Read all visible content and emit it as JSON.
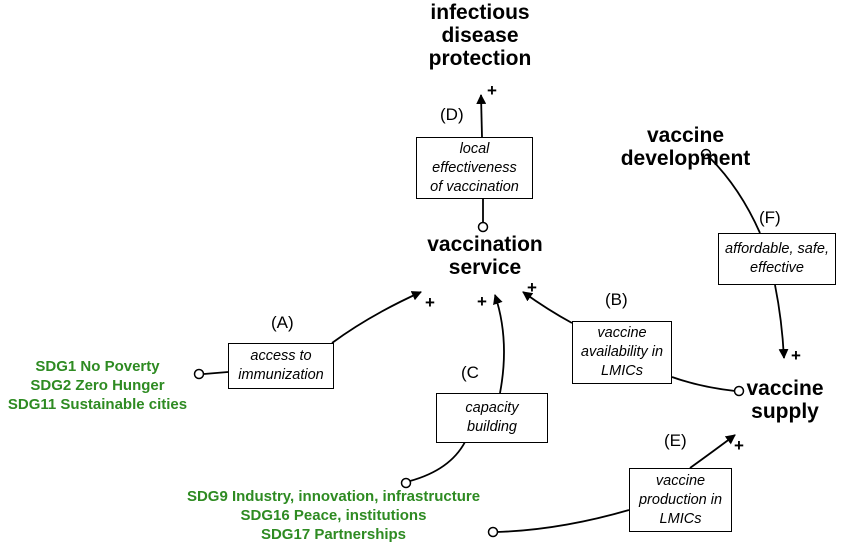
{
  "nodes": {
    "infectious": [
      "infectious",
      "disease",
      "protection"
    ],
    "vaccine_development": [
      "vaccine",
      "development"
    ],
    "vaccination_service": [
      "vaccination",
      "service"
    ],
    "vaccine_supply": [
      "vaccine",
      "supply"
    ]
  },
  "boxes": {
    "local_effectiveness": [
      "local",
      "effectiveness",
      "of vaccination"
    ],
    "affordable": [
      "affordable, safe,",
      "effective"
    ],
    "access": [
      "access to",
      "immunization"
    ],
    "availability": [
      "vaccine",
      "availability in",
      "LMICs"
    ],
    "capacity": [
      "capacity",
      "building"
    ],
    "production": [
      "vaccine",
      "production in",
      "LMICs"
    ]
  },
  "letters": {
    "A": "(A)",
    "B": "(B)",
    "C": "(C",
    "D": "(D)",
    "E": "(E)",
    "F": "(F)"
  },
  "plus_sign": "+",
  "sdg_groups": {
    "left": [
      "SDG1 No Poverty",
      "SDG2 Zero Hunger",
      "SDG11 Sustainable cities"
    ],
    "bottom": [
      "SDG9 Industry, innovation, infrastructure",
      "SDG16 Peace, institutions",
      "SDG17 Partnerships"
    ]
  },
  "colors": {
    "sdg_text": "#2e8b22",
    "line": "#000000",
    "box_border": "#000000"
  }
}
